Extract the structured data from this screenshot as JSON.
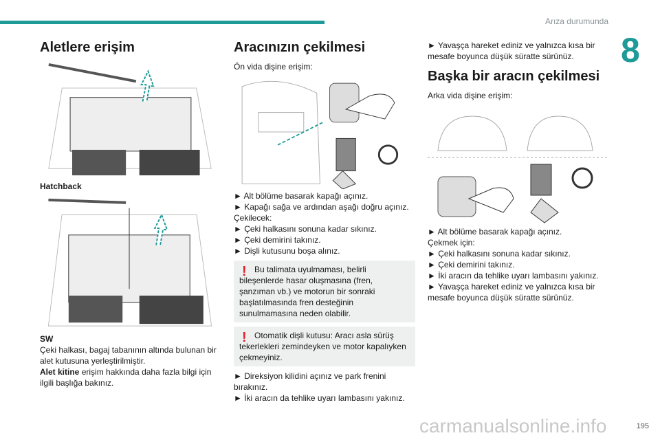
{
  "header": {
    "section": "Arıza durumunda",
    "chapter": "8"
  },
  "left": {
    "title": "Aletlere erişim",
    "cap1": "Hatchback",
    "cap2": "SW",
    "text1": "Çeki halkası, bagaj tabanının altında bulunan bir alet kutusuna yerleştirilmiştir.",
    "bold": "Alet kitine",
    "text2": " erişim hakkında daha fazla bilgi için ilgili başlığa bakınız."
  },
  "middle": {
    "title": "Aracınızın çekilmesi",
    "intro": "Ön vida dişine erişim:",
    "steps": [
      "► Alt bölüme basarak kapağı açınız.",
      "► Kapağı sağa ve ardından aşağı doğru açınız."
    ],
    "label": "Çekilecek:",
    "steps2": [
      "► Çeki halkasını sonuna kadar sıkınız.",
      "► Çeki demirini takınız.",
      "► Dişli kutusunu boşa alınız."
    ],
    "warn1": "Bu talimata uyulmaması, belirli bileşenlerde hasar oluşmasına (fren, şanzıman vb.) ve motorun bir sonraki başlatılmasında fren desteğinin sunulmamasına neden olabilir.",
    "warn2": "Otomatik dişli kutusu: Aracı asla sürüş tekerlekleri zemindeyken ve motor kapalıyken çekmeyiniz.",
    "steps3": [
      "► Direksiyon kilidini açınız ve park frenini bırakınız.",
      "► İki aracın da tehlike uyarı lambasını yakınız."
    ]
  },
  "right": {
    "top": "► Yavaşça hareket ediniz ve yalnızca kısa bir mesafe boyunca düşük süratte sürünüz.",
    "title": "Başka bir aracın çekilmesi",
    "intro": "Arka vida dişine erişim:",
    "step1": "► Alt bölüme basarak kapağı açınız.",
    "label": "Çekmek için:",
    "steps": [
      "► Çeki halkasını sonuna kadar sıkınız.",
      "► Çeki demirini takınız.",
      "► İki aracın da tehlike uyarı lambasını yakınız.",
      "► Yavaşça hareket ediniz ve yalnızca kısa bir mesafe boyunca düşük süratte sürünüz."
    ]
  },
  "footer": {
    "page": "195",
    "watermark": "carmanualsonline.info"
  }
}
